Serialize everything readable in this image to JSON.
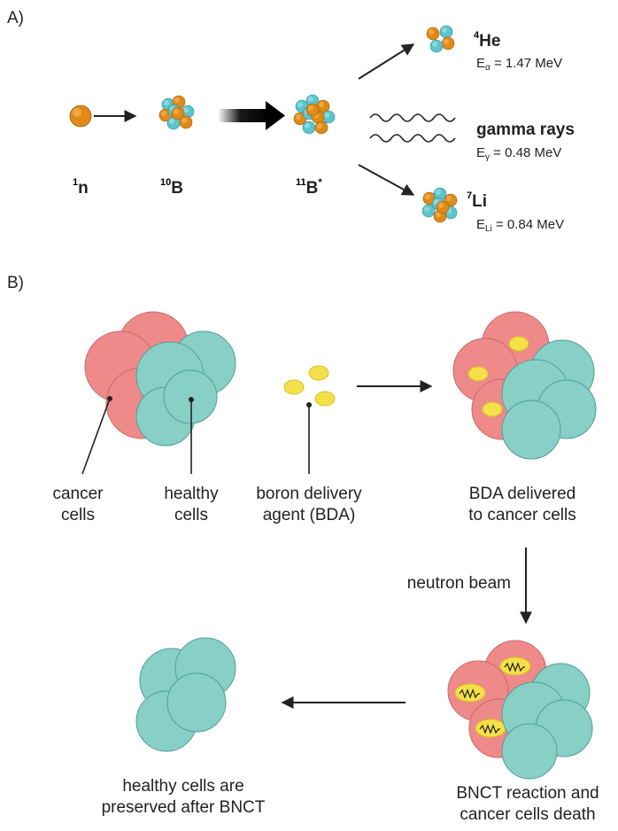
{
  "panel_a": {
    "label": "A)",
    "neutron": {
      "mass": "1",
      "symbol": "n"
    },
    "boron10": {
      "mass": "10",
      "symbol": "B"
    },
    "boron11": {
      "mass": "11",
      "symbol": "B",
      "excited": "*"
    },
    "helium": {
      "mass": "4",
      "symbol": "He",
      "energy_sym": "E",
      "energy_sub": "α",
      "energy_val": " = 1.47 MeV"
    },
    "gamma": {
      "label": "gamma rays",
      "energy_sym": "E",
      "energy_sub": "γ",
      "energy_val": " = 0.48 MeV"
    },
    "lithium": {
      "mass": "7",
      "symbol": "Li",
      "energy_sym": "E",
      "energy_sub": "Li",
      "energy_val": " = 0.84 MeV"
    }
  },
  "panel_b": {
    "label": "B)",
    "cancer_cells": [
      "cancer",
      "cells"
    ],
    "healthy_cells": [
      "healthy",
      "cells"
    ],
    "bda": [
      "boron delivery",
      "agent  (BDA)"
    ],
    "bda_delivered": [
      "BDA delivered",
      "to cancer cells"
    ],
    "neutron_beam": "neutron beam",
    "reaction": [
      "BNCT reaction and",
      "cancer cells death"
    ],
    "preserved": [
      "healthy cells are",
      "preserved after BNCT"
    ]
  },
  "colors": {
    "cancer_fill": "#ee8a8a",
    "cancer_stroke": "#c86a6a",
    "healthy_fill": "#88cfc6",
    "healthy_stroke": "#4f9f96",
    "bda_fill": "#f3e04a",
    "neutron": "#e08a18",
    "proton": "#5cc4cc"
  }
}
